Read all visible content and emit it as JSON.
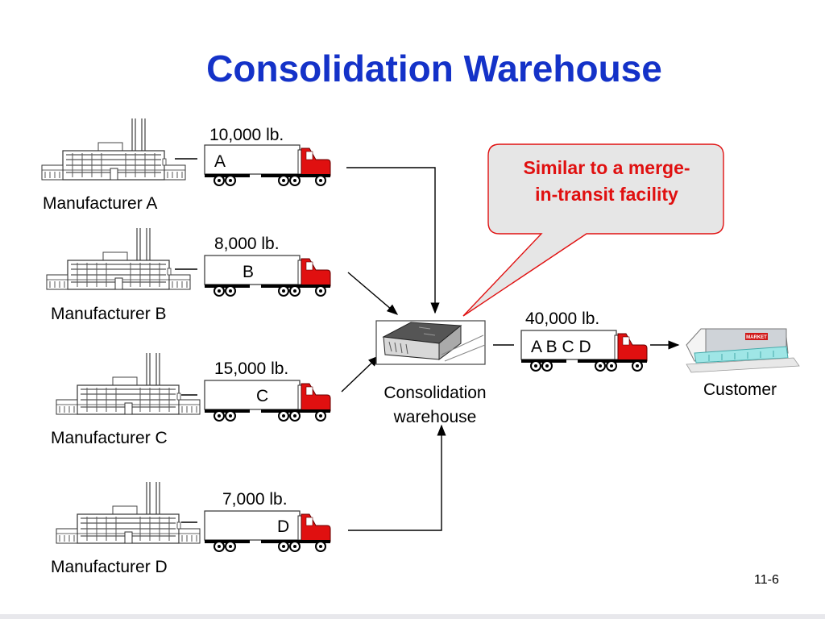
{
  "slide": {
    "title": "Consolidation Warehouse",
    "page_number": "11-6"
  },
  "colors": {
    "title": "#1432c8",
    "callout_text": "#e01010",
    "callout_fill": "#e6e6e6",
    "truck_cab": "#e01010"
  },
  "manufacturers": [
    {
      "name": "Manufacturer A",
      "weight": "10,000 lb.",
      "load": "A"
    },
    {
      "name": "Manufacturer B",
      "weight": "8,000 lb.",
      "load": "B"
    },
    {
      "name": "Manufacturer C",
      "weight": "15,000 lb.",
      "load": "C"
    },
    {
      "name": "Manufacturer D",
      "weight": "7,000 lb.",
      "load": "D"
    }
  ],
  "warehouse": {
    "label_line1": "Consolidation",
    "label_line2": "warehouse"
  },
  "outbound": {
    "weight": "40,000 lb.",
    "load": "A B C D"
  },
  "customer": {
    "label": "Customer",
    "store_sign": "MARKET"
  },
  "callout": {
    "line1": "Similar to a merge-",
    "line2": "in-transit facility"
  },
  "icons": {
    "factory": "factory-icon",
    "truck": "truck-icon",
    "warehouse": "warehouse-icon",
    "store": "store-icon"
  }
}
